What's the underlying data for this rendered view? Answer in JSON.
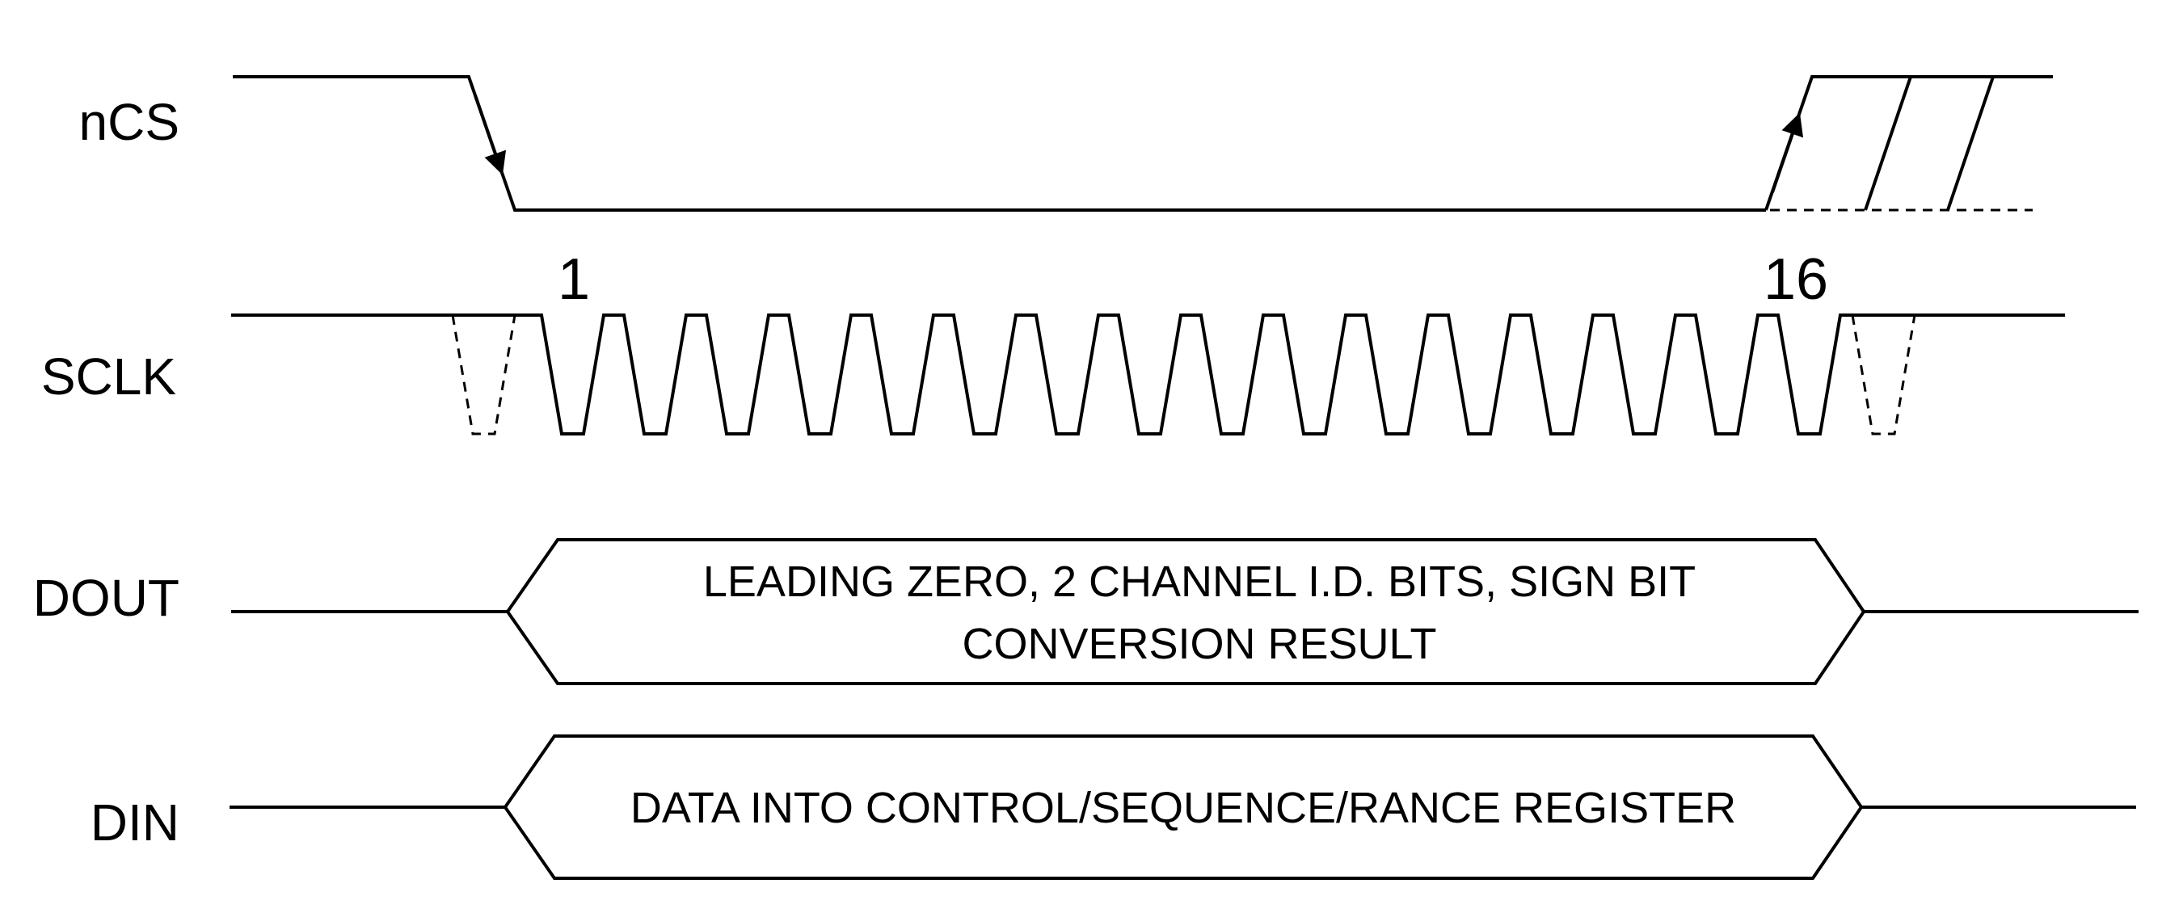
{
  "signals": {
    "ncs": {
      "label": "nCS"
    },
    "sclk": {
      "label": "SCLK",
      "first_edge_label": "1",
      "last_edge_label": "16",
      "clock_pulses": 16
    },
    "dout": {
      "label": "DOUT",
      "bus_text_line1": "LEADING ZERO, 2 CHANNEL I.D. BITS, SIGN BIT",
      "bus_text_line2": "CONVERSION RESULT"
    },
    "din": {
      "label": "DIN",
      "bus_text": "DATA INTO CONTROL/SEQUENCE/RANCE REGISTER"
    }
  },
  "colors": {
    "line": "#000000",
    "background": "#ffffff"
  }
}
